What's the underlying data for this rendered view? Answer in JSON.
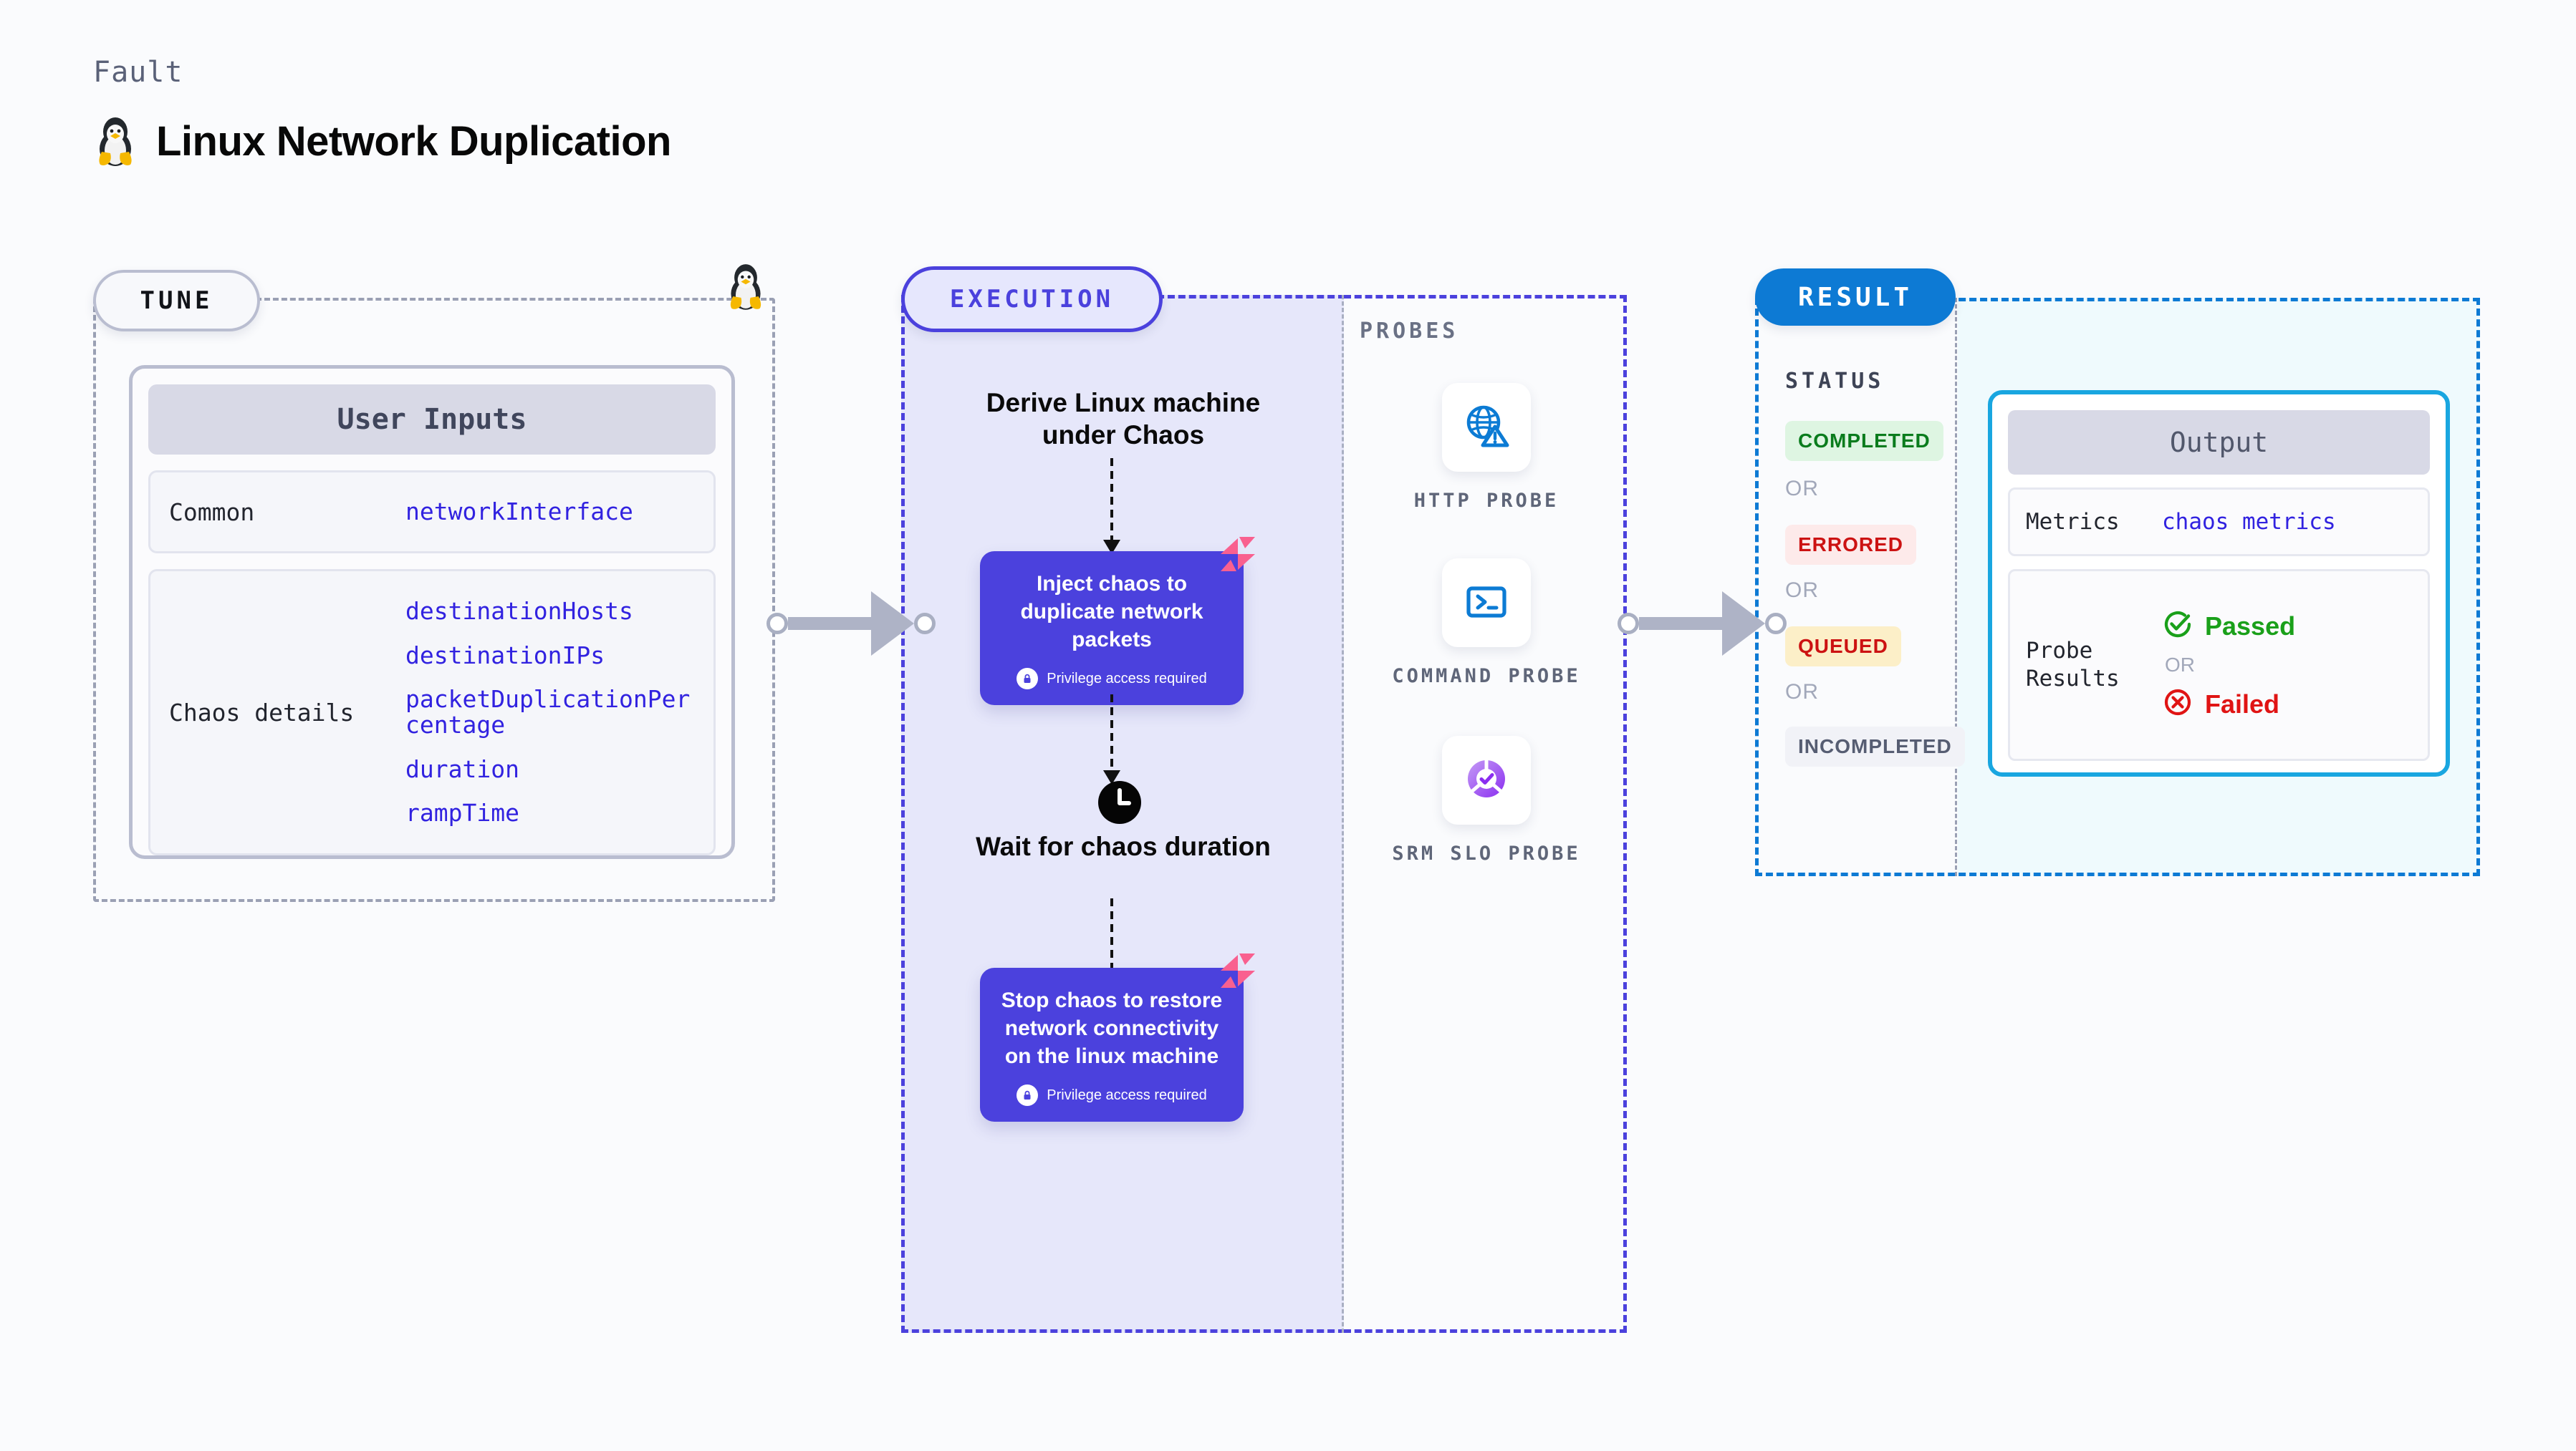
{
  "header": {
    "eyebrow": "Fault",
    "title": "Linux Network Duplication",
    "icon": "tux-penguin-icon"
  },
  "tune": {
    "badge": "TUNE",
    "card_header": "User Inputs",
    "rows": [
      {
        "label": "Common",
        "values": [
          "networkInterface"
        ]
      },
      {
        "label": "Chaos details",
        "values": [
          "destinationHosts",
          "destinationIPs",
          "packetDuplicationPercentage",
          "duration",
          "rampTime"
        ]
      }
    ]
  },
  "execution": {
    "badge": "EXECUTION",
    "steps": {
      "derive": "Derive Linux machine under Chaos",
      "wait": "Wait for chaos duration"
    },
    "cards": [
      {
        "title": "Inject chaos to duplicate network packets",
        "privilege": "Privilege access required"
      },
      {
        "title": "Stop chaos to restore network connectivity on the linux machine",
        "privilege": "Privilege access required"
      }
    ]
  },
  "probes": {
    "label": "PROBES",
    "items": [
      {
        "label": "HTTP PROBE",
        "icon": "globe-warning-icon"
      },
      {
        "label": "COMMAND PROBE",
        "icon": "terminal-icon"
      },
      {
        "label": "SRM SLO PROBE",
        "icon": "slo-donut-check-icon"
      }
    ]
  },
  "result": {
    "badge": "RESULT",
    "status_label": "STATUS",
    "or": "OR",
    "statuses": [
      {
        "label": "COMPLETED",
        "color": "#0a7c1d",
        "bg": "#def5e2"
      },
      {
        "label": "ERRORED",
        "color": "#cc1212",
        "bg": "#fdeaea"
      },
      {
        "label": "QUEUED",
        "color": "#cc1212",
        "bg": "#fcefc8"
      },
      {
        "label": "INCOMPLETED",
        "color": "#565d72",
        "bg": "#f1f2f7"
      }
    ],
    "output": {
      "header": "Output",
      "metrics_label": "Metrics",
      "metrics_value": "chaos metrics",
      "probe_results_label": "Probe Results",
      "passed": "Passed",
      "failed": "Failed",
      "or": "OR"
    }
  },
  "colors": {
    "indigo": "#4b41dd",
    "blue": "#0d7ad4",
    "cyan": "#19a6e0",
    "pink": "#f9608f",
    "param_blue": "#3122e0"
  }
}
